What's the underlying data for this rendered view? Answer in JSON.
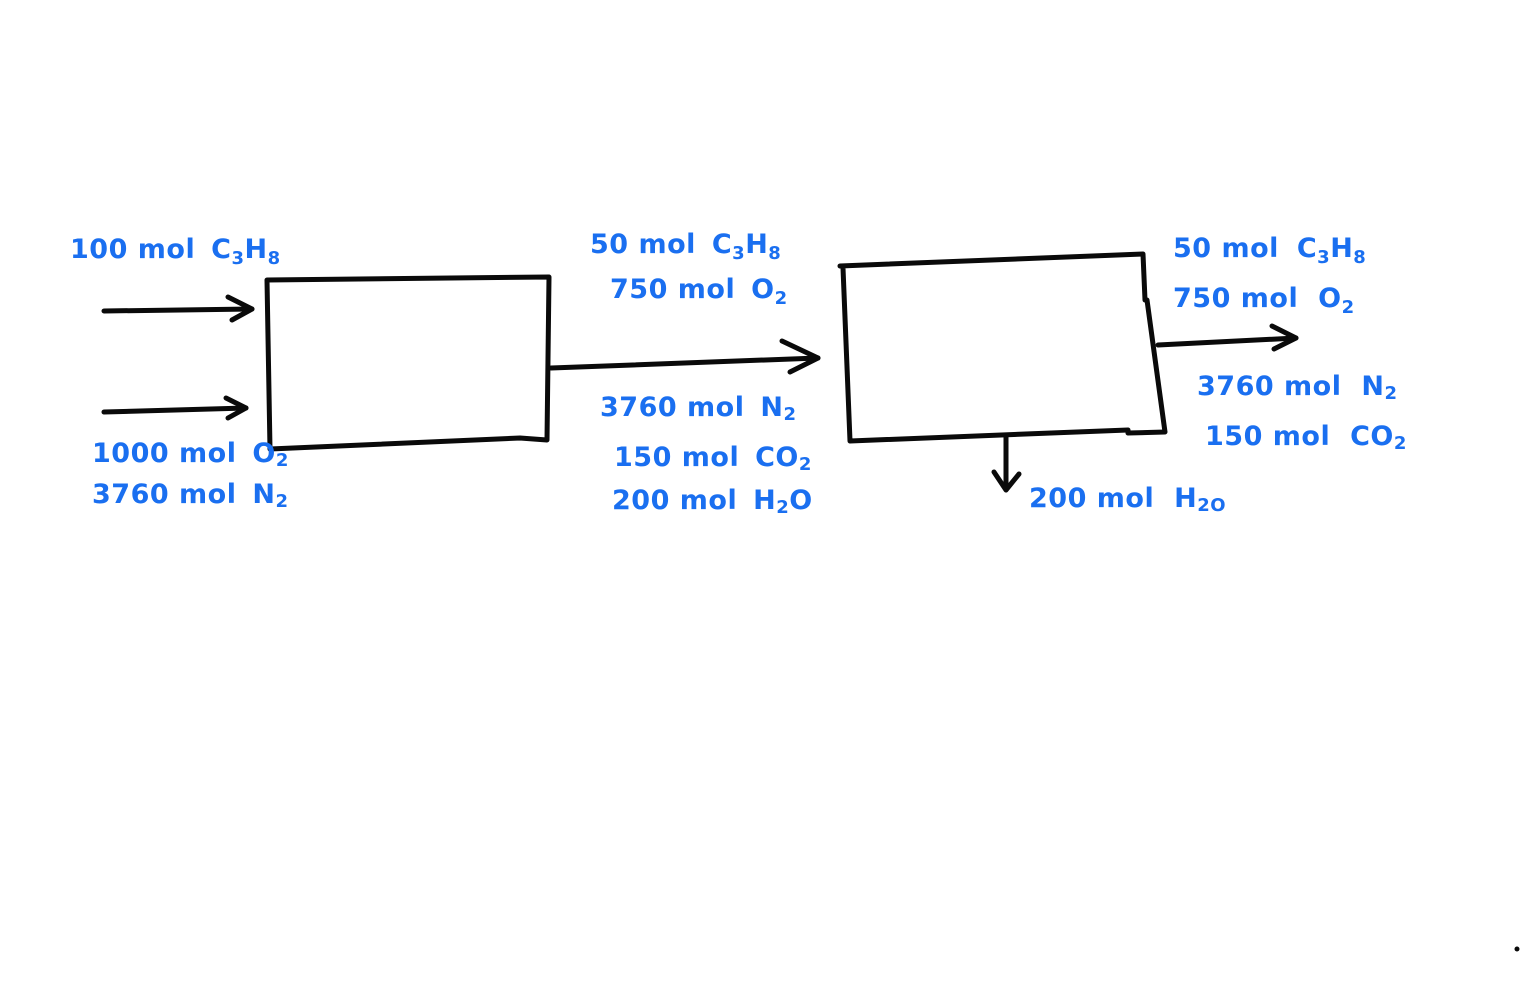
{
  "process": {
    "unit1": {
      "feed_a": {
        "amount": "100 mol",
        "species": "C",
        "sub1": "3",
        "mid": "H",
        "sub2": "8"
      },
      "feed_b": [
        {
          "amount": "1000 mol",
          "species": "O",
          "sub": "2"
        },
        {
          "amount": "3760 mol",
          "species": "N",
          "sub": "2"
        }
      ]
    },
    "stream_between": {
      "above": [
        {
          "amount": "50 mol",
          "species": "C",
          "sub1": "3",
          "mid": "H",
          "sub2": "8"
        },
        {
          "amount": "750 mol",
          "species": "O",
          "sub": "2"
        }
      ],
      "below": [
        {
          "amount": "3760 mol",
          "species": "N",
          "sub": "2"
        },
        {
          "amount": "150 mol",
          "species": "CO",
          "sub": "2"
        },
        {
          "amount": "200 mol",
          "species": "H",
          "sub": "2",
          "tail": "O"
        }
      ]
    },
    "unit2": {
      "top_product": [
        {
          "amount": "50 mol",
          "species": "C",
          "sub1": "3",
          "mid": "H",
          "sub2": "8"
        },
        {
          "amount": "750 mol",
          "species": "O",
          "sub": "2"
        },
        {
          "amount": "3760 mol",
          "species": "N",
          "sub": "2"
        },
        {
          "amount": "150 mol",
          "species": "CO",
          "sub": "2"
        }
      ],
      "bottom_product": {
        "amount": "200 mol",
        "species": "H",
        "sub": "2",
        "tail": "O"
      }
    }
  },
  "colors": {
    "ink": "#0a0a0a",
    "label": "#1a6ff0",
    "background": "#ffffff"
  }
}
